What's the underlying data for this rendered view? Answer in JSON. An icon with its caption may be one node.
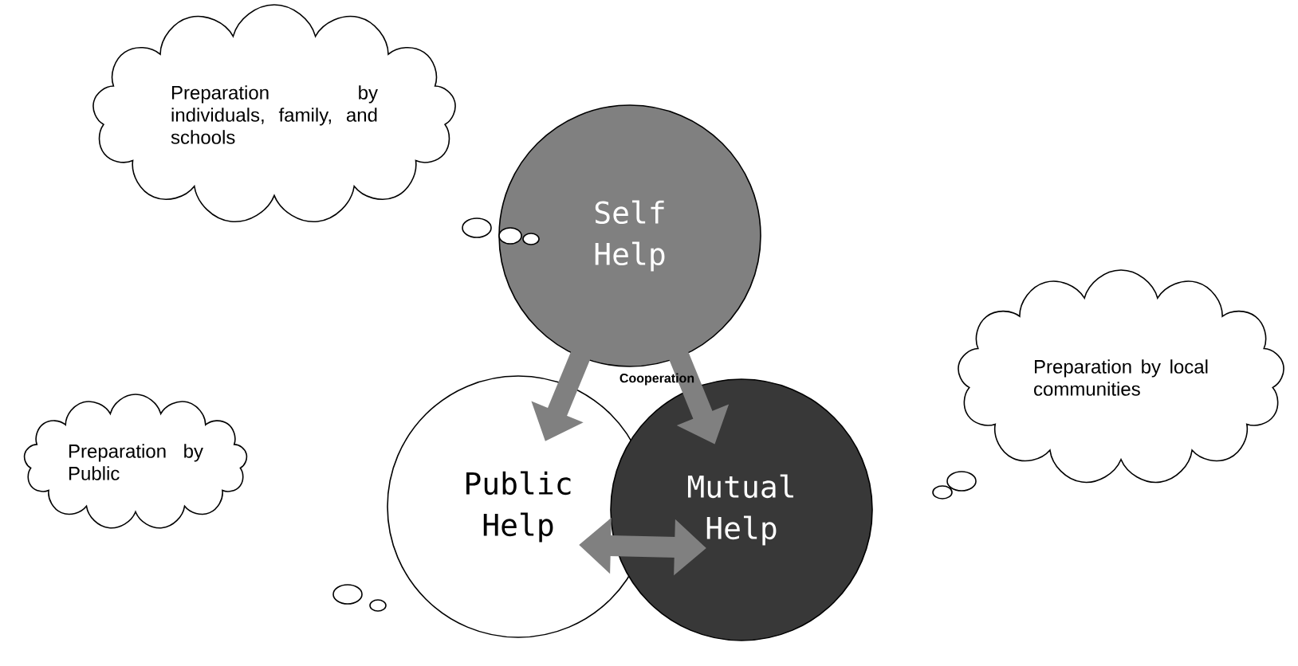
{
  "diagram": {
    "nodes": [
      {
        "text": [
          "Preparation by individuals, family, and schools"
        ]
      },
      {
        "text": [
          "Self Help"
        ]
      },
      {
        "text": [
          "Preparation by local communities"
        ]
      },
      {
        "text": [
          "Preparation by Public"
        ]
      },
      {
        "text": [
          "Public Help"
        ]
      },
      {
        "text": [
          "Mutual Help"
        ]
      }
    ],
    "edges": [
      {
        "from": 1,
        "to": 4,
        "arrow": "to"
      },
      {
        "from": 1,
        "to": 5,
        "arrow": "to"
      },
      {
        "from": 4,
        "to": 5,
        "arrow": "both"
      }
    ],
    "labels": [
      "Cooperation"
    ]
  }
}
